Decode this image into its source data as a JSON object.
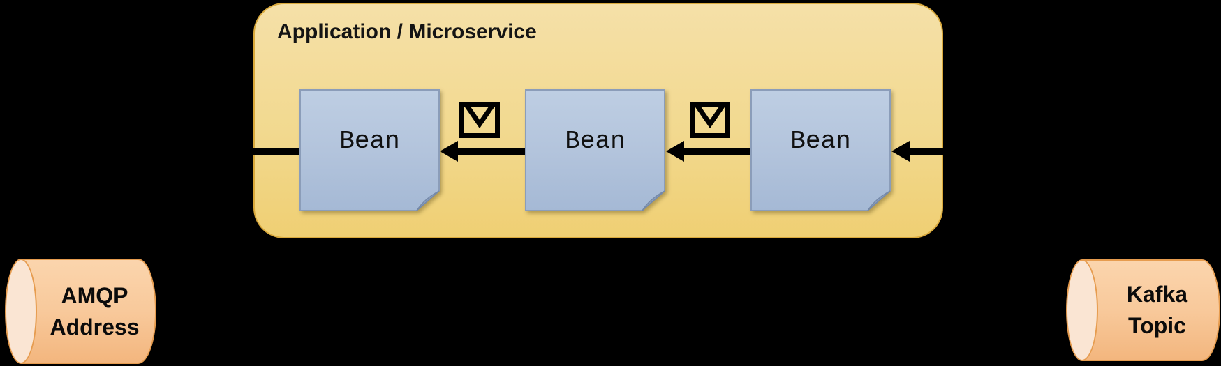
{
  "background_color": "#000000",
  "app_box": {
    "title": "Application / Microservice",
    "fill_top": "#F5E0A8",
    "fill_bottom": "#EFCF73",
    "border_color": "#D9A93C"
  },
  "beans": [
    {
      "label": "Bean"
    },
    {
      "label": "Bean"
    },
    {
      "label": "Bean"
    }
  ],
  "bean_style": {
    "fill_top": "#BECEE3",
    "fill_bottom": "#A5B9D5",
    "border_color": "#8B9DB9",
    "fold_color": "#8CA1C3"
  },
  "message_icons": [
    {
      "name": "message-envelope"
    },
    {
      "name": "message-envelope"
    }
  ],
  "arrows": {
    "color": "#000000",
    "direction": "right-to-left"
  },
  "endpoints": {
    "left": {
      "line1": "AMQP",
      "line2": "Address"
    },
    "right": {
      "line1": "Kafka",
      "line2": "Topic"
    }
  },
  "cylinder_style": {
    "body_fill": "#F8C99B",
    "face_fill": "#FAE5D3",
    "border_color": "#E69C4F"
  }
}
